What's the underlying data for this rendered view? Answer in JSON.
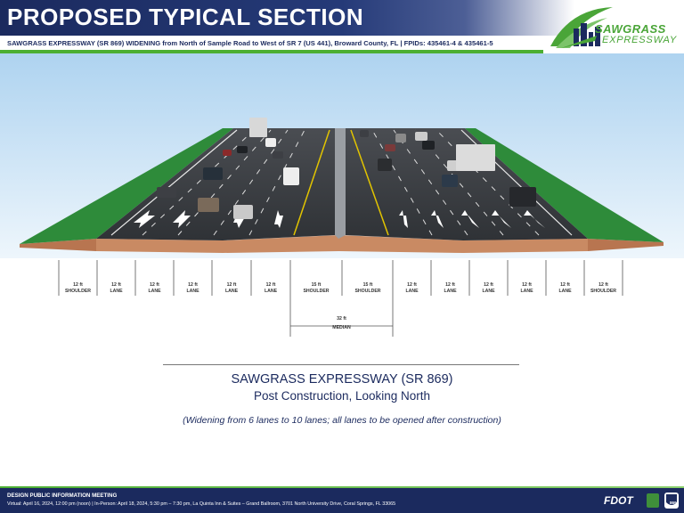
{
  "header": {
    "title": "PROPOSED TYPICAL SECTION",
    "subtitle": "SAWGRASS EXPRESSWAY (SR 869) WIDENING from North of Sample Road to West of SR 7 (US 441), Broward County, FL | FPIDs: 435461-4 & 435461-5"
  },
  "logo": {
    "line1": "SAWGRASS",
    "line2": "EXPRESSWAY"
  },
  "section": {
    "segments": [
      {
        "width": "12 ft",
        "type": "SHOULDER"
      },
      {
        "width": "12 ft",
        "type": "LANE"
      },
      {
        "width": "12 ft",
        "type": "LANE"
      },
      {
        "width": "12 ft",
        "type": "LANE"
      },
      {
        "width": "12 ft",
        "type": "LANE"
      },
      {
        "width": "12 ft",
        "type": "LANE"
      },
      {
        "width": "15 ft",
        "type": "SHOULDER"
      },
      {
        "width": "15 ft",
        "type": "SHOULDER"
      },
      {
        "width": "12 ft",
        "type": "LANE"
      },
      {
        "width": "12 ft",
        "type": "LANE"
      },
      {
        "width": "12 ft",
        "type": "LANE"
      },
      {
        "width": "12 ft",
        "type": "LANE"
      },
      {
        "width": "12 ft",
        "type": "LANE"
      },
      {
        "width": "12 ft",
        "type": "SHOULDER"
      }
    ],
    "median": {
      "width": "32 ft",
      "label": "MEDIAN"
    }
  },
  "caption": {
    "line1": "SAWGRASS EXPRESSWAY (SR 869)",
    "line2": "Post Construction, Looking North",
    "note": "(Widening from 6 lanes to 10 lanes; all lanes to be opened after construction)"
  },
  "footer": {
    "line1": "DESIGN PUBLIC INFORMATION MEETING",
    "line2": "Virtual: April 16, 2024, 12:00 pm (noon) | In-Person: April 18, 2024, 5:30 pm – 7:30 pm, La Quinta Inn & Suites – Grand Ballroom, 3701 North University Drive, Coral Springs, FL 33065",
    "fdot": "FDOT",
    "route_number": "869"
  },
  "colors": {
    "navy": "#1b2a5e",
    "green": "#4caf33",
    "asphalt": "#3a3d40",
    "grass": "#2e8b3a",
    "soil": "#c98a63",
    "sky": "#cfe6f7"
  }
}
